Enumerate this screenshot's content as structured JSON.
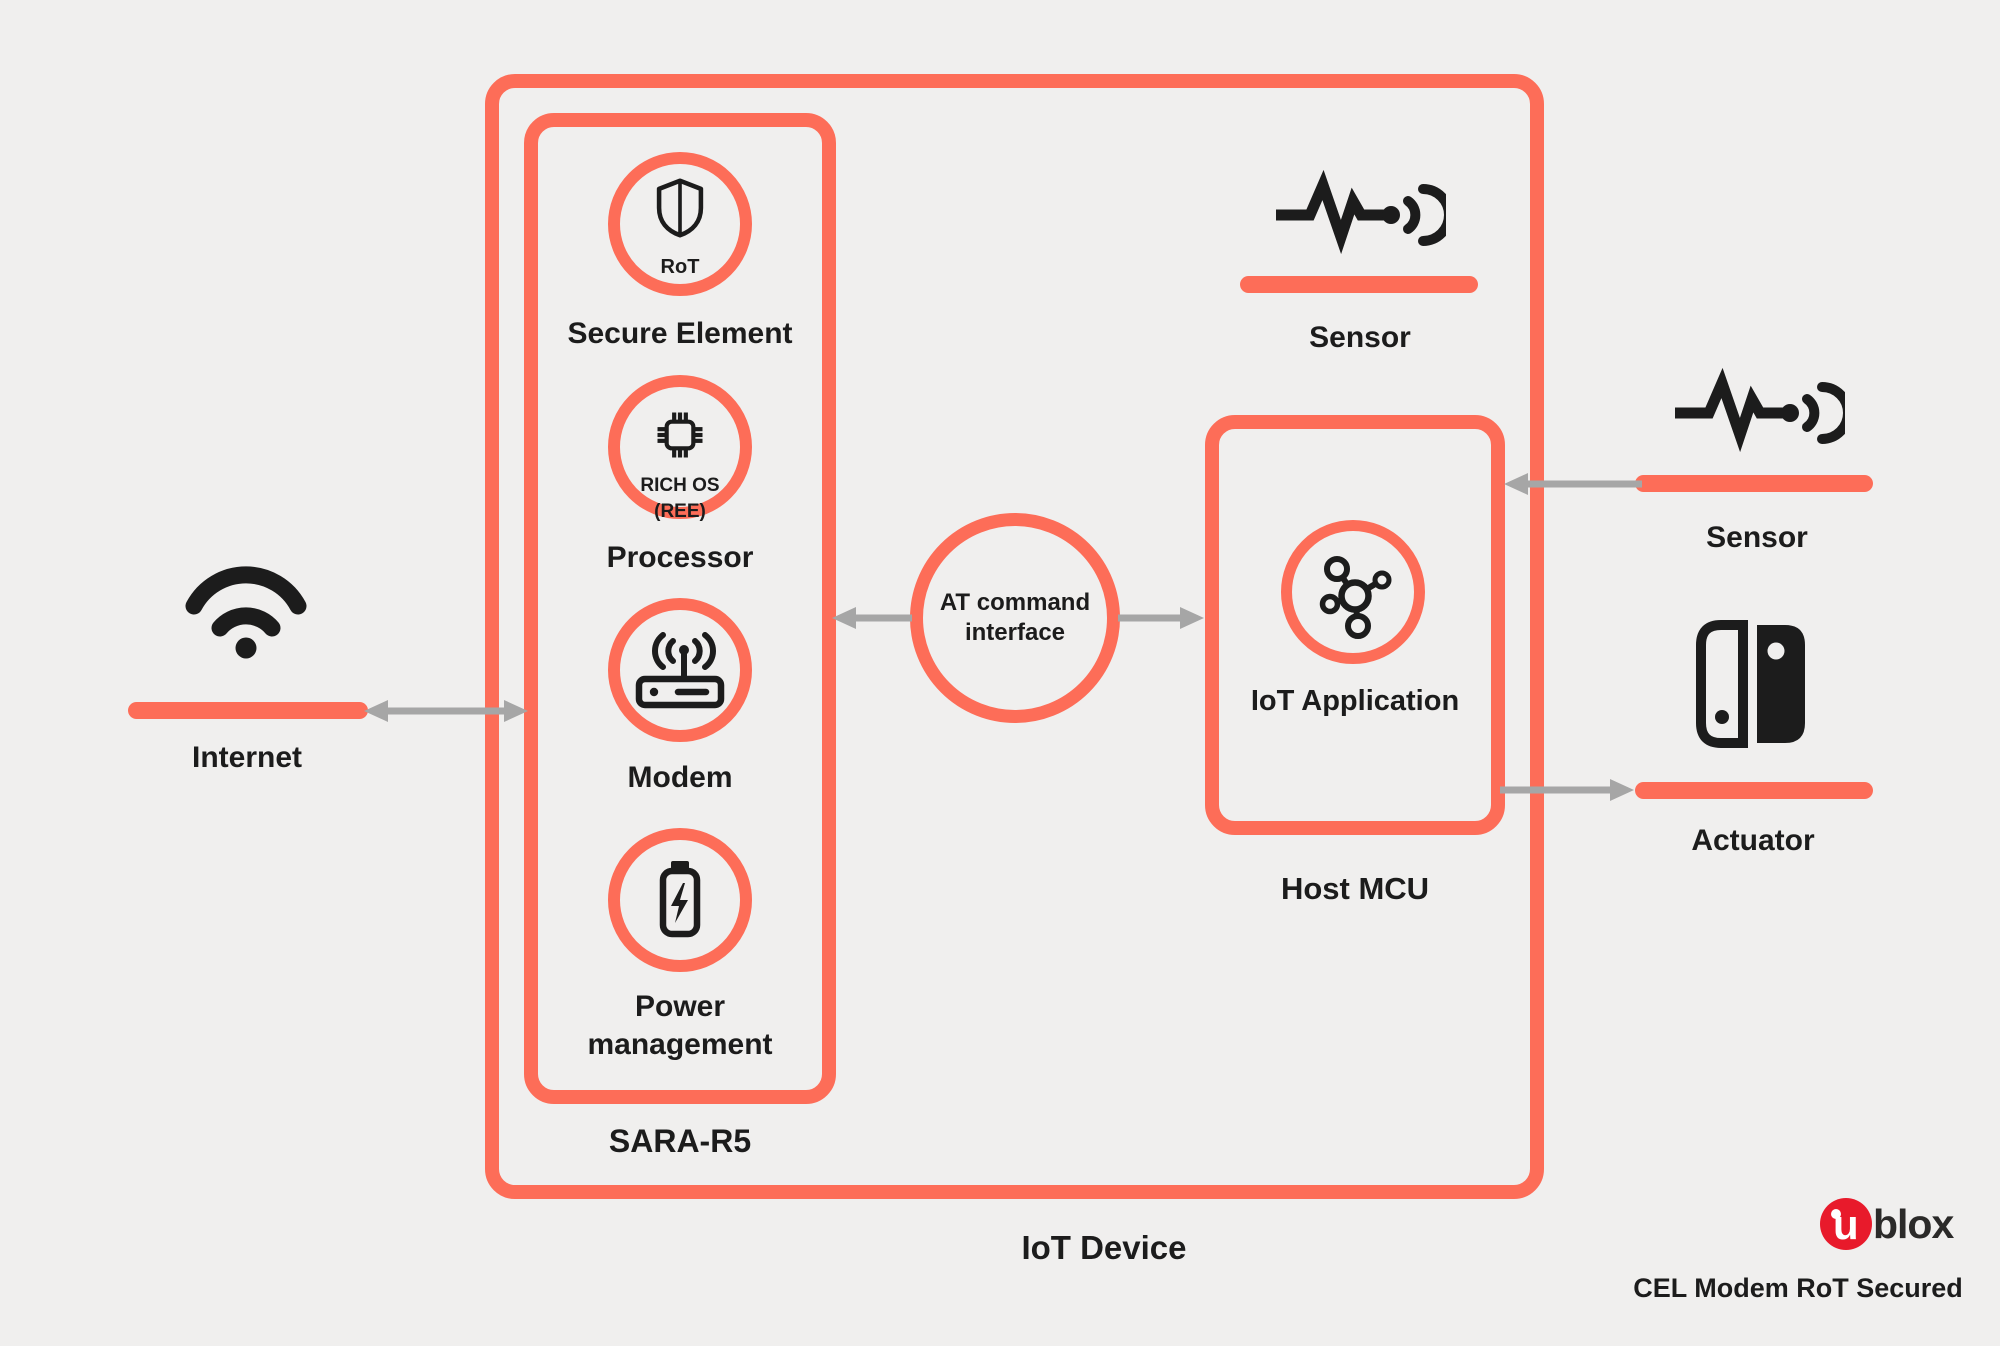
{
  "palette": {
    "accent": "#FD6D58",
    "background": "#F0EFEE",
    "ink": "#1C1C1C",
    "arrow_gray": "#A6A6A6",
    "logo_red": "#E81A2B",
    "logo_ink": "#2B2A29"
  },
  "device": {
    "label": "IoT Device"
  },
  "sara": {
    "label": "SARA-R5",
    "modules": [
      {
        "name": "secure-element",
        "icon": "shield-icon",
        "badge": "RoT",
        "label": "Secure Element"
      },
      {
        "name": "processor",
        "icon": "chip-icon",
        "badge_line1": "RICH OS",
        "badge_line2": "(REE)",
        "label": "Processor"
      },
      {
        "name": "modem",
        "icon": "router-icon",
        "label": "Modem"
      },
      {
        "name": "power-management",
        "icon": "battery-icon",
        "label": "Power management"
      }
    ]
  },
  "at_interface": {
    "label": "AT command interface"
  },
  "host": {
    "label": "Host MCU",
    "application": {
      "label": "IoT Application",
      "icon": "molecule-icon"
    }
  },
  "externals": {
    "internet": {
      "label": "Internet",
      "icon": "wifi-icon"
    },
    "sensor_internal": {
      "label": "Sensor",
      "icon": "pulse-signal-icon"
    },
    "sensor_external": {
      "label": "Sensor",
      "icon": "pulse-signal-icon"
    },
    "actuator": {
      "label": "Actuator",
      "icon": "actuator-icon"
    }
  },
  "branding": {
    "logo_u": "u",
    "logo_text": "blox",
    "caption": "CEL Modem RoT Secured"
  }
}
